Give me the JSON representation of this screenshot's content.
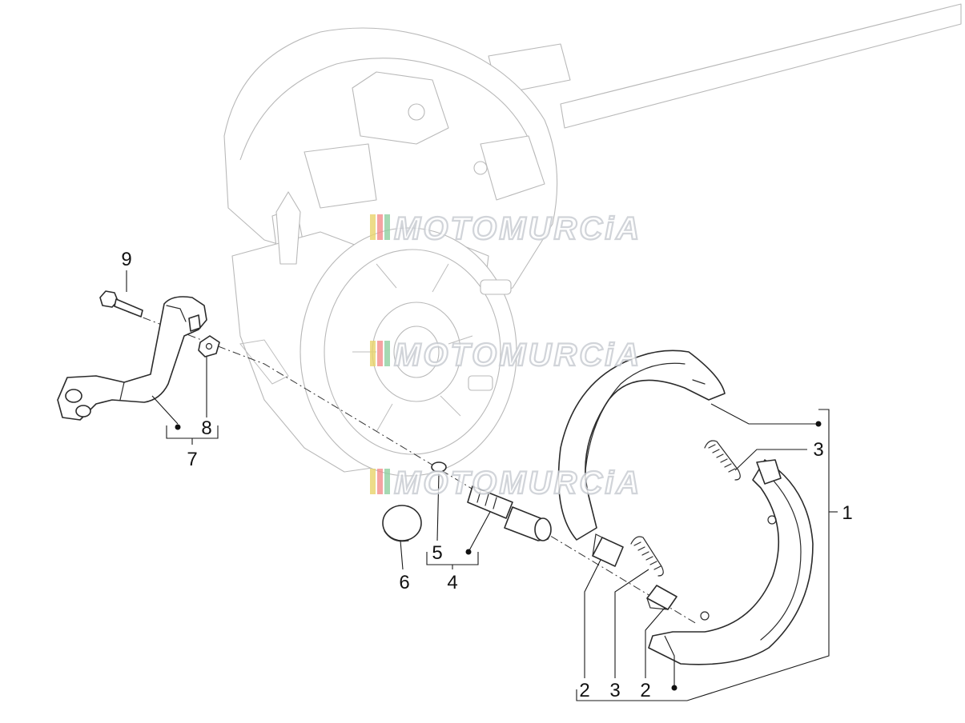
{
  "callouts": [
    {
      "id": "c1",
      "text": "1"
    },
    {
      "id": "c2a",
      "text": "2"
    },
    {
      "id": "c2b",
      "text": "2"
    },
    {
      "id": "c3a",
      "text": "3"
    },
    {
      "id": "c3b",
      "text": "3"
    },
    {
      "id": "c4",
      "text": "4"
    },
    {
      "id": "c5",
      "text": "5"
    },
    {
      "id": "c6",
      "text": "6"
    },
    {
      "id": "c7",
      "text": "7"
    },
    {
      "id": "c8",
      "text": "8"
    },
    {
      "id": "c9",
      "text": "9"
    }
  ],
  "watermark": {
    "text": "MOTOMURCiA",
    "stripe_colors": [
      "#e8d36a",
      "#f28b8b",
      "#8fd0a0"
    ]
  },
  "colors": {
    "line": "#2b2b2b",
    "engine_outline": "#b9b9b9",
    "background": "#ffffff"
  }
}
